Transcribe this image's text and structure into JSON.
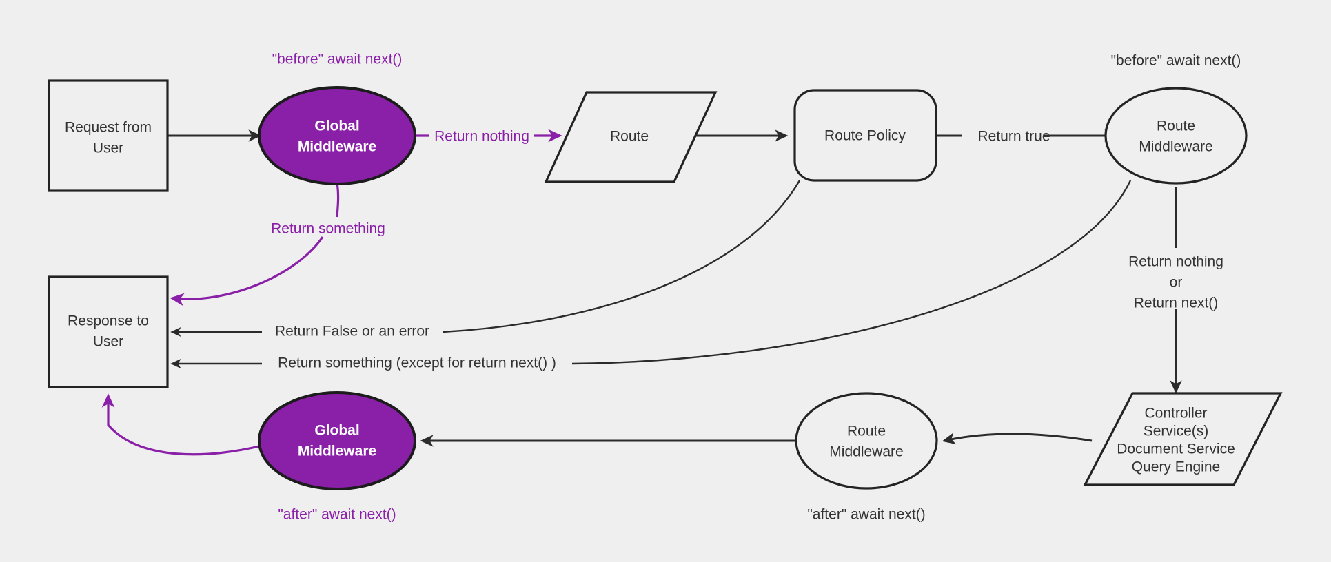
{
  "diagram": {
    "title": "Middleware request lifecycle flow",
    "background_color": "#efefef",
    "accent_color": "#8a1fa8",
    "stroke_color": "#2b2b2b",
    "text_color": "#333333",
    "nodes": {
      "request": {
        "label_line1": "Request from",
        "label_line2": "User",
        "shape": "rectangle"
      },
      "global_middleware_top": {
        "label_line1": "Global",
        "label_line2": "Middleware",
        "shape": "ellipse",
        "fill": "#8a1fa8"
      },
      "route": {
        "label": "Route",
        "shape": "parallelogram"
      },
      "route_policy": {
        "label": "Route Policy",
        "shape": "rounded-rectangle"
      },
      "route_middleware_top": {
        "label_line1": "Route",
        "label_line2": "Middleware",
        "shape": "ellipse"
      },
      "controller": {
        "label_line1": "Controller",
        "label_line2": "Service(s)",
        "label_line3": "Document Service",
        "label_line4": "Query Engine",
        "shape": "parallelogram"
      },
      "route_middleware_bottom": {
        "label_line1": "Route",
        "label_line2": "Middleware",
        "shape": "ellipse"
      },
      "global_middleware_bottom": {
        "label_line1": "Global",
        "label_line2": "Middleware",
        "shape": "ellipse",
        "fill": "#8a1fa8"
      },
      "response": {
        "label_line1": "Response to",
        "label_line2": "User",
        "shape": "rectangle"
      }
    },
    "annotations": {
      "before_await_next_global": "\"before\" await next()",
      "before_await_next_route": "\"before\" await next()",
      "after_await_next_global": "\"after\" await next()",
      "after_await_next_route": "\"after\" await next()"
    },
    "edge_labels": {
      "return_nothing": "Return nothing",
      "return_something_top": "Return something",
      "return_true": "Return true",
      "return_nothing_or_line1": "Return nothing",
      "return_nothing_or_line2": "or",
      "return_nothing_or_line3": "Return next()",
      "return_false_or_error": "Return False or an error",
      "return_something_except": "Return something (except for return next() )"
    }
  }
}
